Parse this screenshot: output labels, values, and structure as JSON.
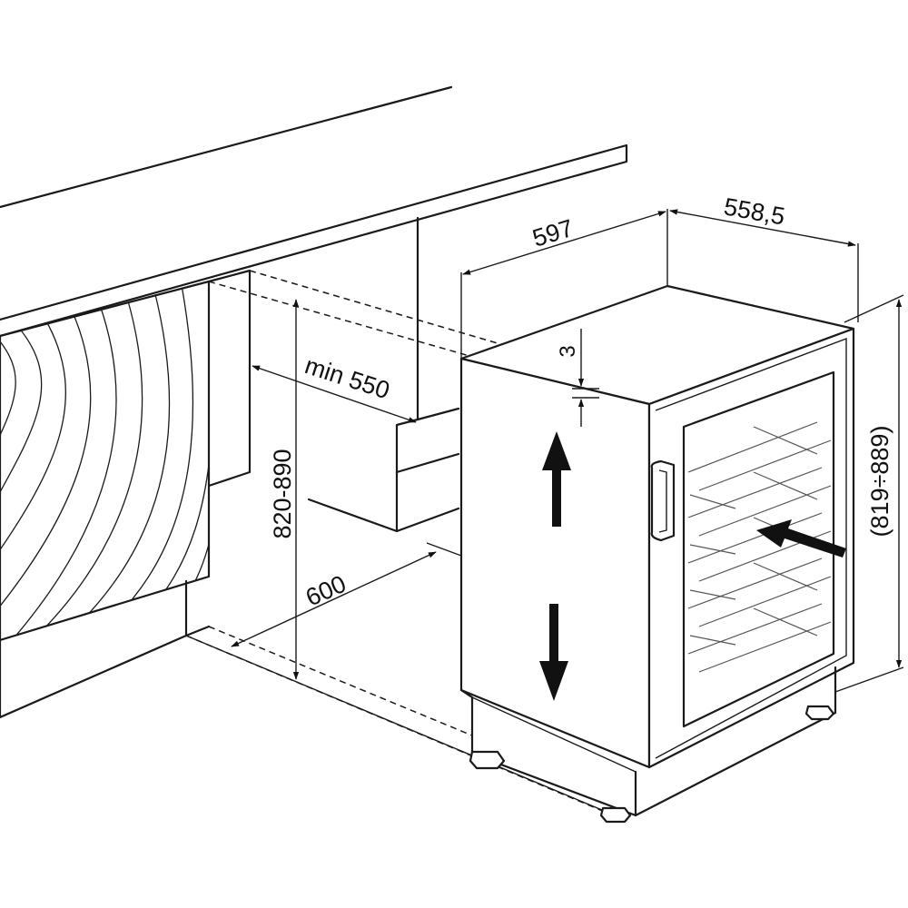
{
  "dimensions": {
    "width": "597",
    "depth": "558,5",
    "height": "(819÷889)",
    "niche_height": "820-890",
    "niche_depth": "600",
    "niche_min_width": "min 550",
    "top_gap": "3"
  }
}
